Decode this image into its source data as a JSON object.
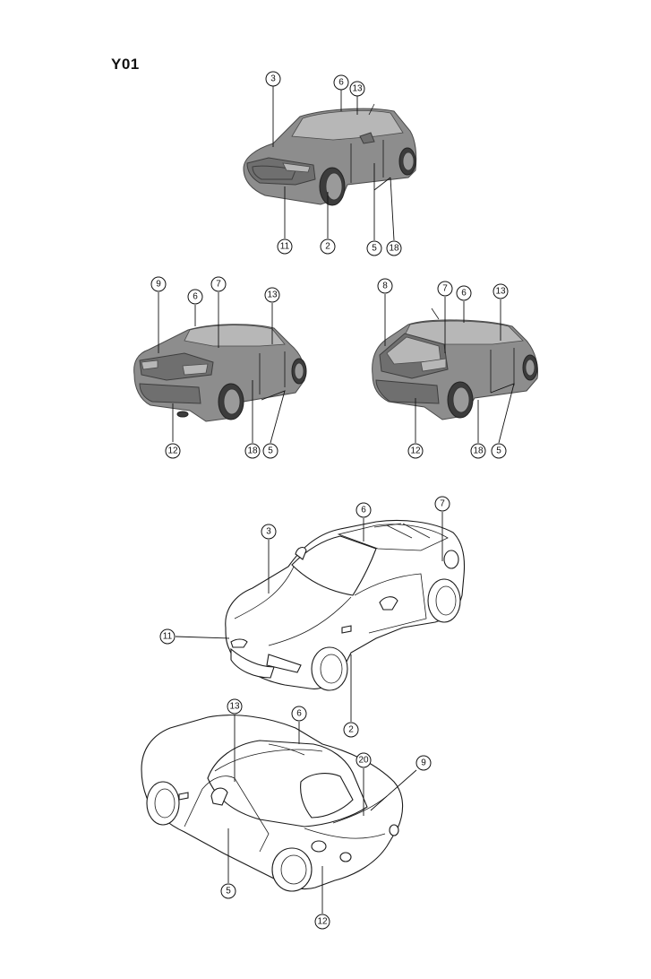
{
  "title": "Y01",
  "views": [
    {
      "name": "hatchback-front",
      "callouts": [
        "3",
        "6",
        "13",
        "11",
        "2",
        "5",
        "18"
      ]
    },
    {
      "name": "sedan-rear",
      "callouts": [
        "9",
        "6",
        "7",
        "13",
        "12",
        "18",
        "5"
      ]
    },
    {
      "name": "hatchback-rear",
      "callouts": [
        "8",
        "7",
        "6",
        "13",
        "12",
        "18",
        "5"
      ]
    },
    {
      "name": "roadster-front",
      "callouts": [
        "3",
        "6",
        "7",
        "11",
        "2"
      ]
    },
    {
      "name": "roadster-rear",
      "callouts": [
        "13",
        "6",
        "20",
        "9",
        "5",
        "12"
      ]
    }
  ],
  "colors": {
    "car_fill": "#8d8d8d",
    "line": "#111111",
    "background": "#ffffff"
  }
}
